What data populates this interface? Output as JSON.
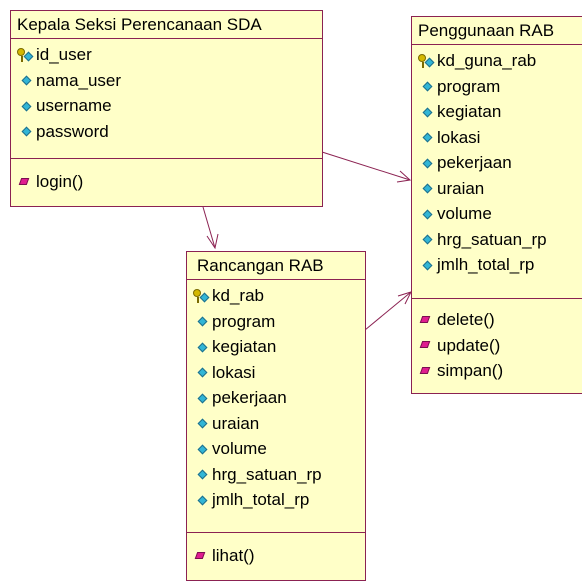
{
  "classes": {
    "kepala": {
      "name": "Kepala Seksi Perencanaan SDA",
      "attributes": [
        {
          "label": "id_user",
          "key": true
        },
        {
          "label": "nama_user",
          "key": false
        },
        {
          "label": "username",
          "key": false
        },
        {
          "label": "password",
          "key": false
        }
      ],
      "operations": [
        "login()"
      ]
    },
    "rancangan": {
      "name": "Rancangan RAB",
      "attributes": [
        {
          "label": "kd_rab",
          "key": true
        },
        {
          "label": "program",
          "key": false
        },
        {
          "label": "kegiatan",
          "key": false
        },
        {
          "label": "lokasi",
          "key": false
        },
        {
          "label": "pekerjaan",
          "key": false
        },
        {
          "label": "uraian",
          "key": false
        },
        {
          "label": "volume",
          "key": false
        },
        {
          "label": "hrg_satuan_rp",
          "key": false
        },
        {
          "label": "jmlh_total_rp",
          "key": false
        }
      ],
      "operations": [
        "lihat()"
      ]
    },
    "penggunaan": {
      "name": "Penggunaan RAB",
      "attributes": [
        {
          "label": "kd_guna_rab",
          "key": true
        },
        {
          "label": "program",
          "key": false
        },
        {
          "label": "kegiatan",
          "key": false
        },
        {
          "label": "lokasi",
          "key": false
        },
        {
          "label": "pekerjaan",
          "key": false
        },
        {
          "label": "uraian",
          "key": false
        },
        {
          "label": "volume",
          "key": false
        },
        {
          "label": "hrg_satuan_rp",
          "key": false
        },
        {
          "label": "jmlh_total_rp",
          "key": false
        }
      ],
      "operations": [
        "delete()",
        "update()",
        "simpan()"
      ]
    }
  },
  "colors": {
    "class_fill": "#ffffc8",
    "border": "#8b2252",
    "attribute_icon": "#31b6d6",
    "operation_icon": "#e01d8f",
    "key_icon": "#d4b800"
  }
}
